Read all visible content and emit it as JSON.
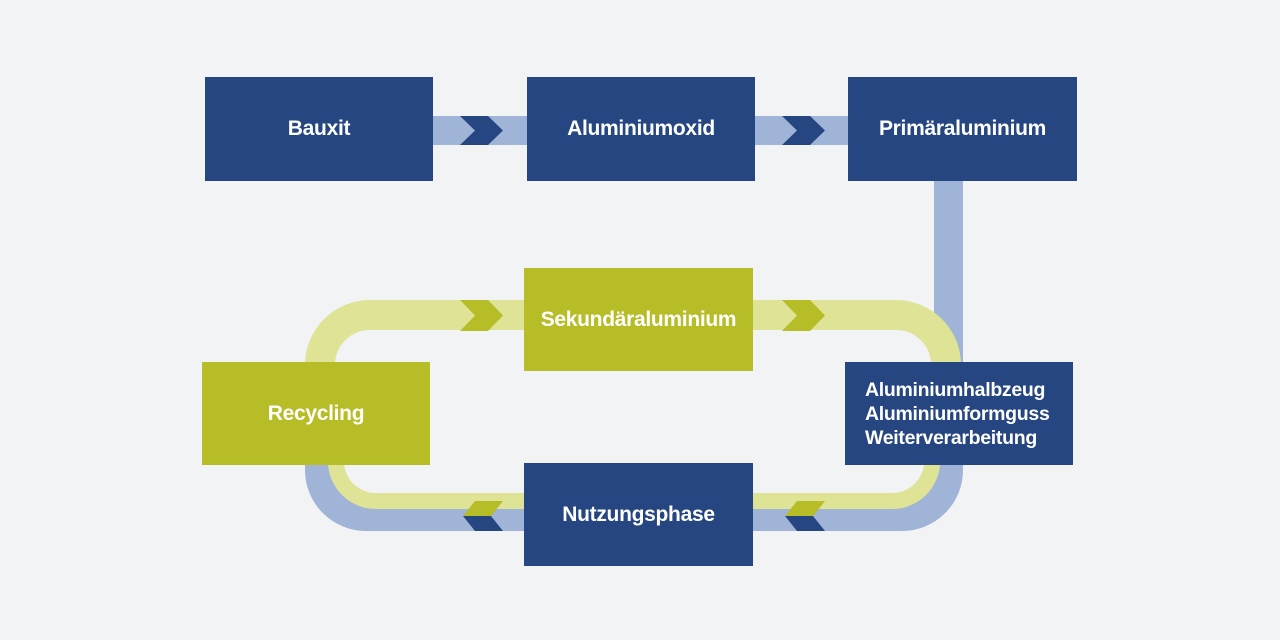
{
  "diagram": {
    "title": "",
    "colors": {
      "background": "#f2f3f5",
      "primary_box": "#254680",
      "primary_track": "#a0b4d8",
      "secondary_box": "#b7bd27",
      "secondary_track": "#dfe396"
    },
    "nodes": {
      "bauxit": "Bauxit",
      "aluminiumoxid": "Aluminiumoxid",
      "primaeraluminium": "Primäraluminium",
      "sekundaeraluminium": "Sekundäraluminium",
      "recycling": "Recycling",
      "nutzungsphase": "Nutzungsphase",
      "verarbeitung": {
        "lines": [
          "Aluminiumhalbzeug",
          "Aluminiumformguss",
          "Weiterverarbeitung"
        ]
      }
    },
    "edges": [
      {
        "from": "Bauxit",
        "to": "Aluminiumoxid",
        "type": "primary"
      },
      {
        "from": "Aluminiumoxid",
        "to": "Primäraluminium",
        "type": "primary"
      },
      {
        "from": "Primäraluminium",
        "to": "Aluminiumhalbzeug / Aluminiumformguss / Weiterverarbeitung",
        "type": "primary"
      },
      {
        "from": "Aluminiumhalbzeug / Aluminiumformguss / Weiterverarbeitung",
        "to": "Nutzungsphase",
        "type": "primary+secondary"
      },
      {
        "from": "Nutzungsphase",
        "to": "Recycling",
        "type": "primary+secondary"
      },
      {
        "from": "Recycling",
        "to": "Sekundäraluminium",
        "type": "secondary"
      },
      {
        "from": "Sekundäraluminium",
        "to": "Aluminiumhalbzeug / Aluminiumformguss / Weiterverarbeitung",
        "type": "secondary"
      }
    ]
  }
}
